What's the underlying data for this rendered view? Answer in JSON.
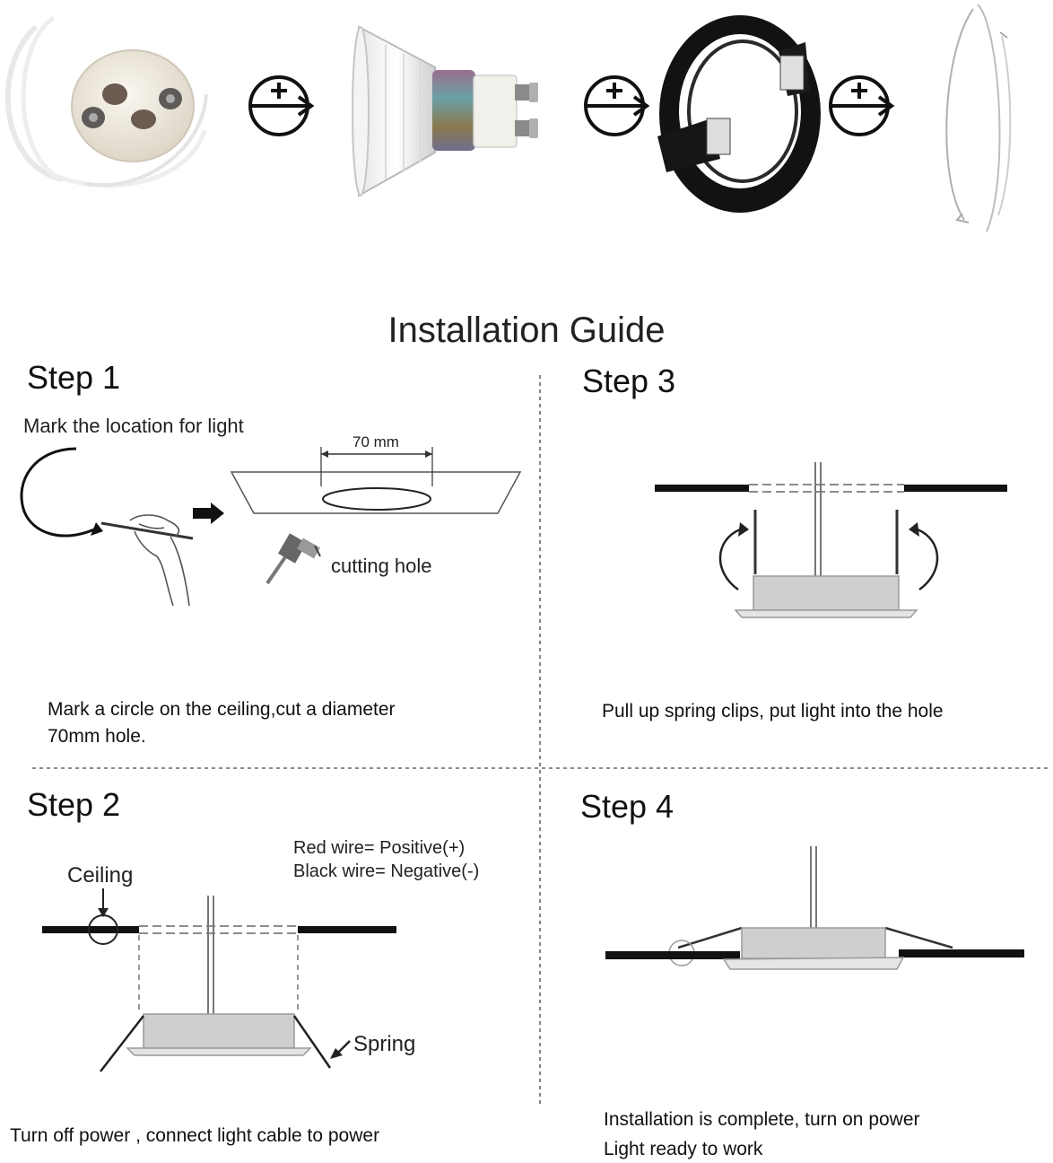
{
  "header": {
    "title": "Installation Guide"
  },
  "components": [
    {
      "name": "gu10-socket",
      "icon": "gu10-socket-icon"
    },
    {
      "name": "gu10-bulb",
      "icon": "gu10-bulb-icon"
    },
    {
      "name": "recessed-frame-black",
      "icon": "recessed-frame-icon"
    },
    {
      "name": "retaining-ring",
      "icon": "retaining-ring-icon"
    }
  ],
  "steps": {
    "step1": {
      "label": "Step 1",
      "subtitle": "Mark the location for light",
      "dimension": "70 mm",
      "tool_label": "cutting hole",
      "caption_line1": "Mark a circle on the ceiling,cut a diameter",
      "caption_line2": "70mm hole."
    },
    "step2": {
      "label": "Step 2",
      "ceiling_label": "Ceiling",
      "wire_red": "Red wire= Positive(+)",
      "wire_black": "Black wire= Negative(-)",
      "spring_label": "Spring",
      "caption": "Turn off power , connect light cable to power"
    },
    "step3": {
      "label": "Step 3",
      "caption": "Pull up spring clips, put light into the hole"
    },
    "step4": {
      "label": "Step 4",
      "caption_line1": "Installation is complete, turn on power",
      "caption_line2": "Light ready to work"
    }
  },
  "colors": {
    "frame_black": "#111111",
    "fixture_silver": "#c9c9c9",
    "line": "#333333"
  }
}
